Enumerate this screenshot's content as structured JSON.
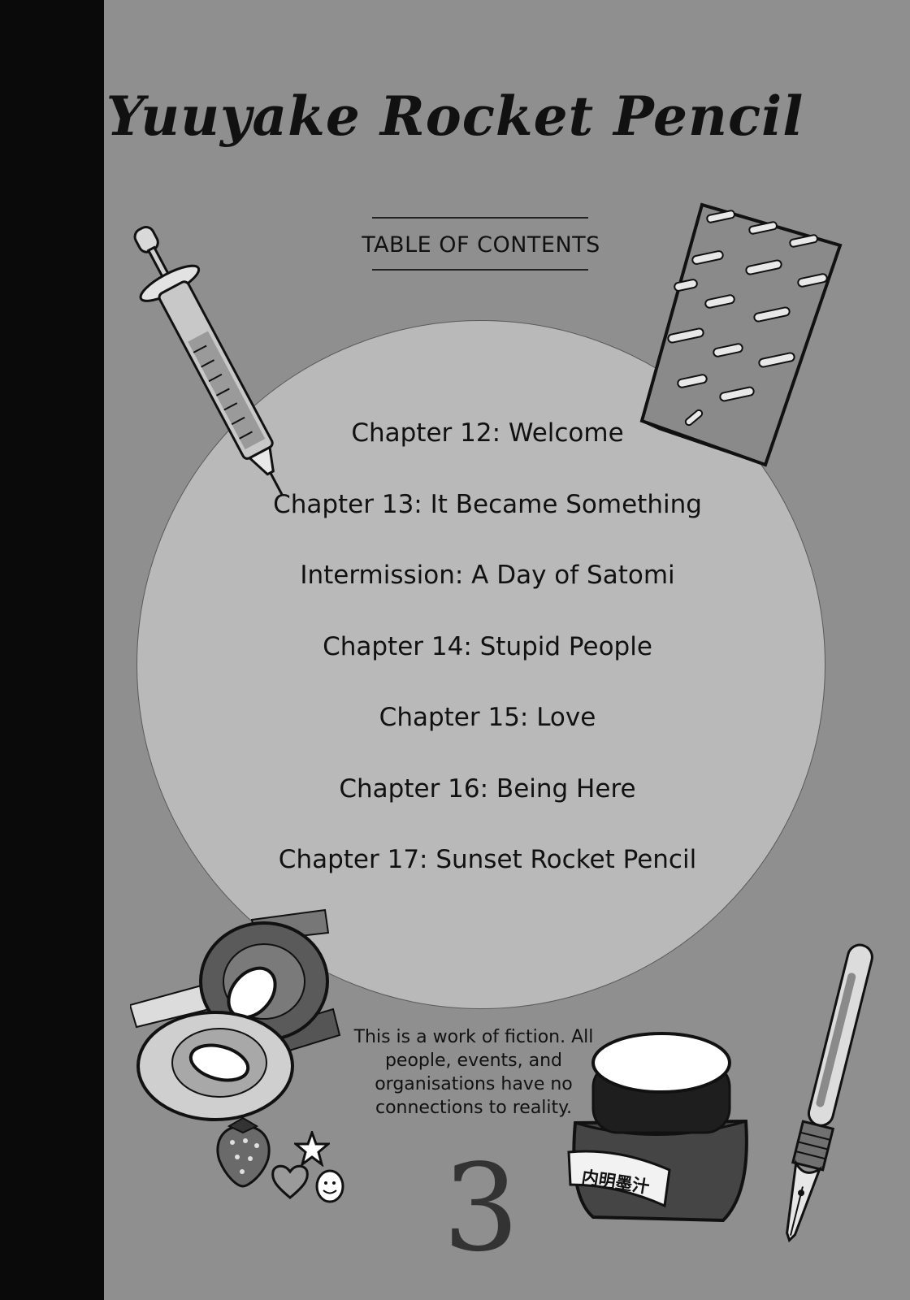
{
  "book": {
    "title": "Yuuyake Rocket Pencil",
    "toc_heading": "TABLE OF CONTENTS",
    "chapters": [
      "Chapter 12: Welcome",
      "Chapter 13: It Became Something",
      "Intermission: A Day of Satomi",
      "Chapter 14: Stupid People",
      "Chapter 15: Love",
      "Chapter 16: Being Here",
      "Chapter 17: Sunset Rocket Pencil"
    ],
    "disclaimer": "This is a work of fiction. All people, events, and organisations have no connections to reality.",
    "volume_number": "3",
    "ink_label": "内明墨汁"
  },
  "colors": {
    "spine": "#0a0a0a",
    "page_background": "#8f8f8f",
    "circle_fill": "#b9b9b9",
    "ink_text": "#111111"
  },
  "icons": [
    "syringe-icon",
    "gift-box-icon",
    "tape-rolls-icon",
    "strawberry-icon",
    "star-icon",
    "heart-icon",
    "ink-bottle-icon",
    "dip-pen-icon"
  ]
}
